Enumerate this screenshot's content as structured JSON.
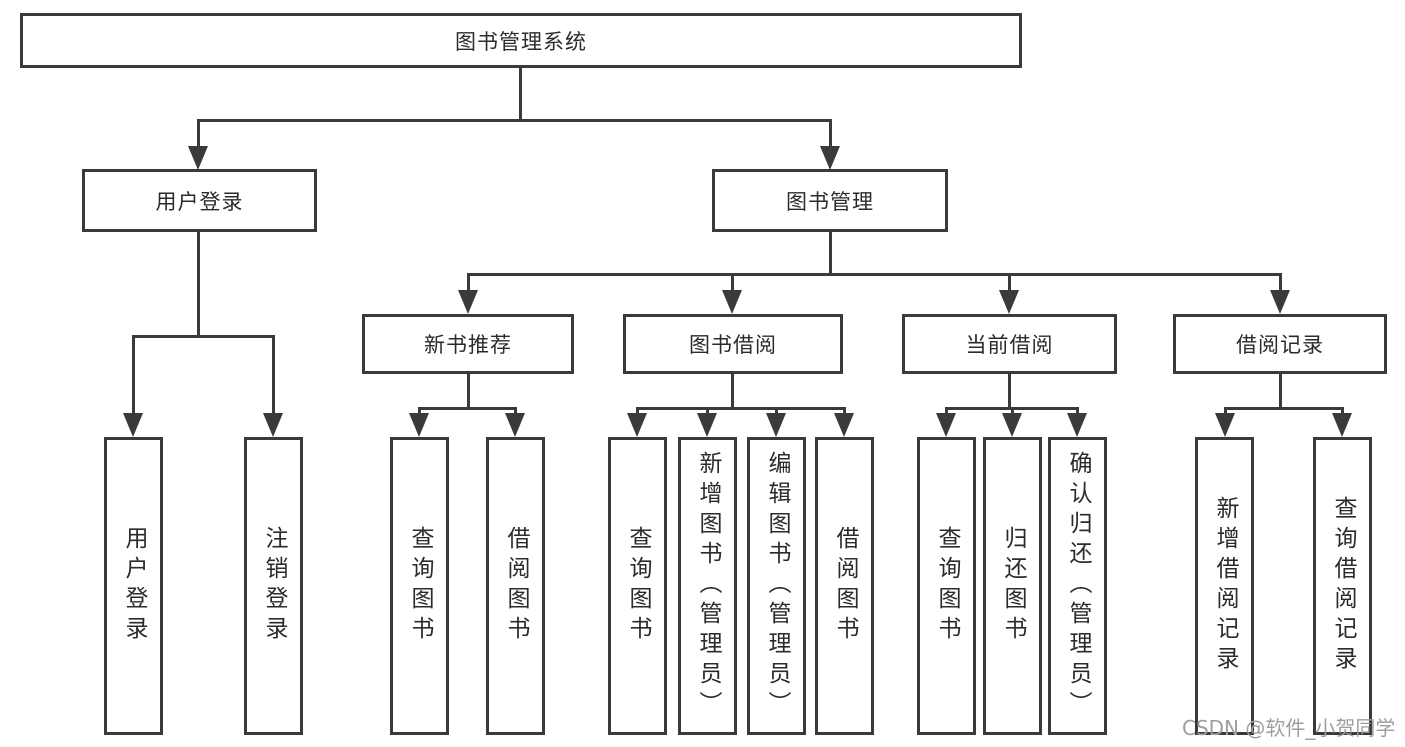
{
  "colors": {
    "line": "#3a3a3a",
    "text": "#2b2b2b",
    "background": "#ffffff",
    "watermark": "#9e9e9e"
  },
  "diagram": {
    "type": "hierarchy-tree",
    "root": {
      "label": "图书管理系统"
    },
    "level2": [
      {
        "label": "用户登录"
      },
      {
        "label": "图书管理"
      }
    ],
    "level3": [
      {
        "label": "新书推荐"
      },
      {
        "label": "图书借阅"
      },
      {
        "label": "当前借阅"
      },
      {
        "label": "借阅记录"
      }
    ],
    "leaves": [
      {
        "label": "用户登录"
      },
      {
        "label": "注销登录"
      },
      {
        "label": "查询图书"
      },
      {
        "label": "借阅图书"
      },
      {
        "label": "查询图书"
      },
      {
        "label": "新增图书（管理员）"
      },
      {
        "label": "编辑图书（管理员）"
      },
      {
        "label": "借阅图书"
      },
      {
        "label": "查询图书"
      },
      {
        "label": "归还图书"
      },
      {
        "label": "确认归还（管理员）"
      },
      {
        "label": "新增借阅记录"
      },
      {
        "label": "查询借阅记录"
      }
    ],
    "watermark": "CSDN @软件_小贺同学"
  }
}
